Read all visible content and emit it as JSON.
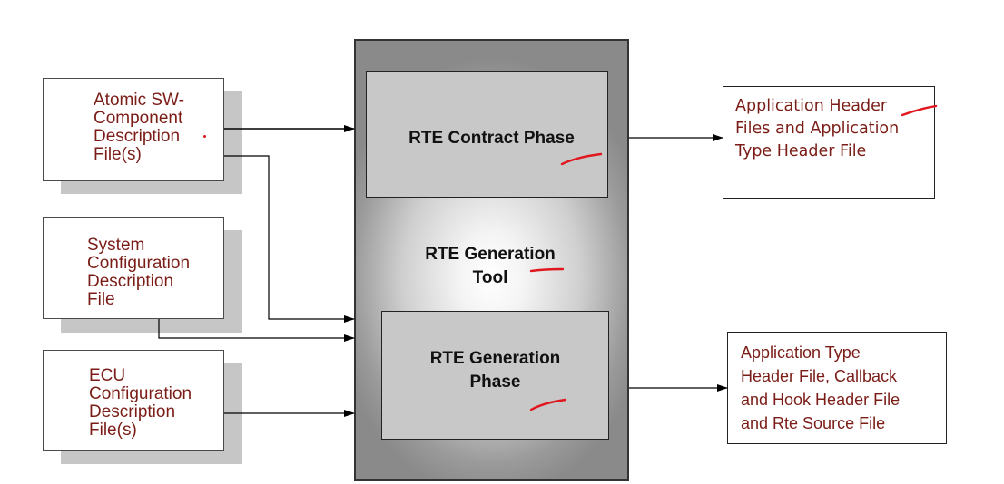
{
  "colors": {
    "input_text": "#7b1d17",
    "annotation_red": "#e0171e",
    "phase_fill": "#c8c8c8",
    "shadow": "#c6c6c6"
  },
  "inputs": [
    {
      "lines": [
        "Atomic SW-",
        "Component",
        "Description",
        "File(s)"
      ]
    },
    {
      "lines": [
        "System",
        "Configuration",
        "Description",
        "File"
      ]
    },
    {
      "lines": [
        "ECU",
        "Configuration",
        "Description",
        "File(s)"
      ]
    }
  ],
  "tool": {
    "label_lines": [
      "RTE Generation",
      "Tool"
    ],
    "contract_phase": "RTE Contract Phase",
    "generation_phase_lines": [
      "RTE Generation",
      "Phase"
    ]
  },
  "outputs": [
    {
      "lines": [
        "Application Header",
        "Files and Application",
        "Type Header File"
      ]
    },
    {
      "lines": [
        "Application Type",
        "Header File, Callback",
        "and Hook Header File",
        "and Rte Source File"
      ]
    }
  ]
}
